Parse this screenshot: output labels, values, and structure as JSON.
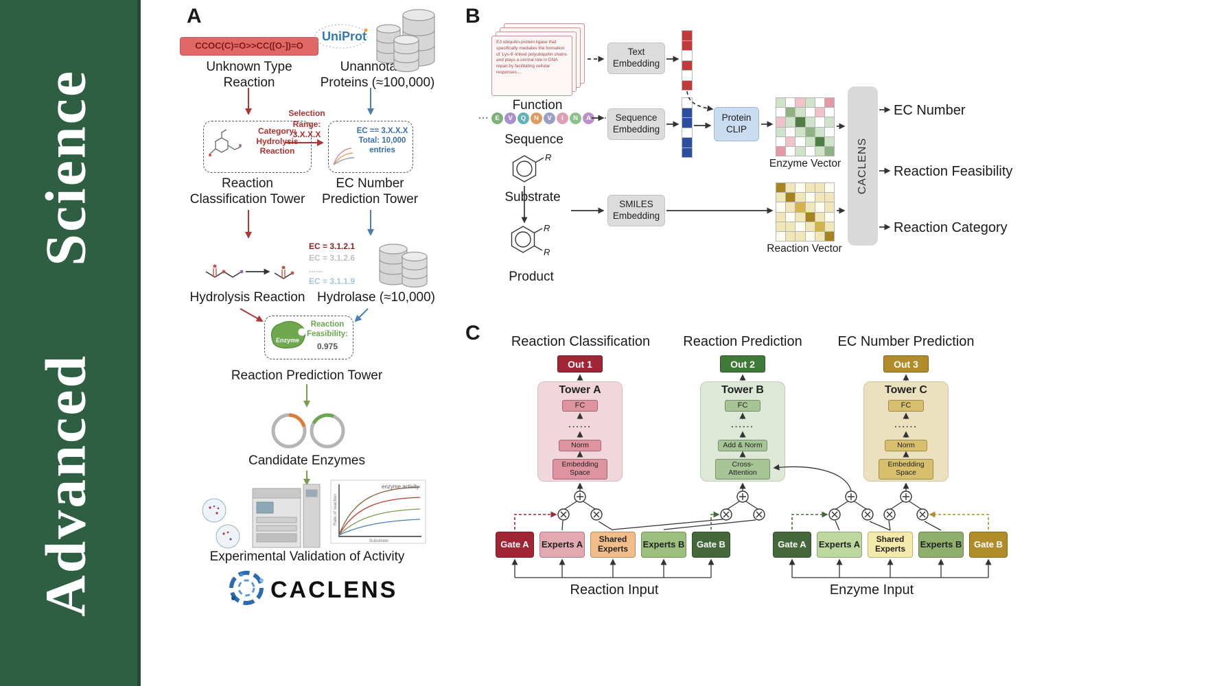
{
  "colors": {
    "banner_green": "#2e5f43",
    "accent_red": "#b03535",
    "accent_blue": "#4a7fb5",
    "accent_green": "#7a9a4f",
    "out1_red": "#a02535",
    "out2_green": "#3f7a38",
    "out3_gold": "#b08d28"
  },
  "banner": {
    "journal_name": "Advanced  Science"
  },
  "panel_a": {
    "label": "A",
    "smiles": "CCOC(C)=O>>CC([O-])=O",
    "unknown_type_reaction": "Unknown Type\nReaction",
    "uniprot": "UniProt",
    "unannotated_proteins": "Unannotated\nProteins (≈100,000)",
    "selection_range": "Selection\nRange:\n3.X.X.X",
    "category_box": "Category:\nHydrolysis\nReaction",
    "ec_range_box": "EC == 3.X.X.X\nTotal: 10,000\nentries",
    "reaction_classification_tower": "Reaction\nClassification Tower",
    "ec_number_prediction_tower": "EC Number\nPrediction Tower",
    "ec_list": [
      "EC = 3.1.2.1",
      "EC = 3.1.2.6",
      "......",
      "EC = 3.1.1.9"
    ],
    "hydrolysis_reaction": "Hydrolysis Reaction",
    "hydrolase": "Hydrolase (≈10,000)",
    "enzyme_badge": "Enzyme",
    "feasibility_label": "Reaction\nFeasibility:",
    "feasibility_value": "0.975",
    "reaction_prediction_tower": "Reaction Prediction Tower",
    "candidate_enzymes": "Candidate Enzymes",
    "activity_plot": {
      "title": "enzyme activity",
      "ylabel": "Rate of reaction",
      "xlabel": "Substrate"
    },
    "experimental_validation": "Experimental Validation of Activity",
    "caclens_wordmark": "CACLENS"
  },
  "panel_b": {
    "label": "B",
    "function_card_text": "E3 ubiquitin-protein ligase that specifically mediates the formation of 'Lys-6'-linked polyubiquitin chains and plays a central role in DNA repair by facilitating cellular responses....",
    "function_label": "Function",
    "text_embedding": "Text\nEmbedding",
    "sequence_ellipsis_left": "···",
    "sequence_ellipsis_right": "···",
    "sequence_tokens": [
      {
        "letter": "E",
        "color": "#7cb179"
      },
      {
        "letter": "V",
        "color": "#a98fcb"
      },
      {
        "letter": "Q",
        "color": "#5fb3b3"
      },
      {
        "letter": "N",
        "color": "#e09a5f"
      },
      {
        "letter": "V",
        "color": "#9a9ec4"
      },
      {
        "letter": "I",
        "color": "#de9fb4"
      },
      {
        "letter": "N",
        "color": "#8fbf8a"
      },
      {
        "letter": "A",
        "color": "#bd8fc9"
      }
    ],
    "sequence_label": "Sequence",
    "sequence_embedding": "Sequence\nEmbedding",
    "protein_clip": "Protein\nCLIP",
    "substrate_label": "Substrate",
    "substituent": "R",
    "product_label": "Product",
    "smiles_embedding": "SMILES\nEmbedding",
    "enzyme_vector_label": "Enzyme Vector",
    "reaction_vector_label": "Reaction Vector",
    "caclens_pill": "CACLENS",
    "outputs": [
      "EC Number",
      "Reaction Feasibility",
      "Reaction Category"
    ],
    "text_vector_cells": [
      [
        "#c23b3b"
      ],
      [
        "#c23b3b"
      ],
      [
        "#ffffff"
      ],
      [
        "#c23b3b"
      ],
      [
        "#ffffff"
      ],
      [
        "#c23b3b"
      ]
    ],
    "sequence_vector_cells": [
      [
        "#ffffff"
      ],
      [
        "#2c4e9e"
      ],
      [
        "#2c4e9e"
      ],
      [
        "#ffffff"
      ],
      [
        "#2c4e9e"
      ],
      [
        "#2c4e9e"
      ]
    ],
    "enzyme_vector_cells": [
      [
        "#cfe3c8",
        "#ffffff",
        "#f0c3cb",
        "#cfe3c8",
        "#ffffff",
        "#e39aa6"
      ],
      [
        "#ffffff",
        "#8fb383",
        "#cfe3c8",
        "#ffffff",
        "#f0c3cb",
        "#ffffff"
      ],
      [
        "#f0c3cb",
        "#cfe3c8",
        "#4f7d45",
        "#cfe3c8",
        "#ffffff",
        "#cfe3c8"
      ],
      [
        "#cfe3c8",
        "#ffffff",
        "#cfe3c8",
        "#8fb383",
        "#cfe3c8",
        "#ffffff"
      ],
      [
        "#ffffff",
        "#f0c3cb",
        "#ffffff",
        "#cfe3c8",
        "#4f7d45",
        "#cfe3c8"
      ],
      [
        "#e39aa6",
        "#ffffff",
        "#cfe3c8",
        "#ffffff",
        "#cfe3c8",
        "#8fb383"
      ]
    ],
    "reaction_vector_cells": [
      [
        "#a8841f",
        "#f0e6b8",
        "#fffdf0",
        "#f0e6b8",
        "#f0e6b8",
        "#fffdf0"
      ],
      [
        "#f0e6b8",
        "#a8841f",
        "#f0e6b8",
        "#fffdf0",
        "#f0e6b8",
        "#f0e6b8"
      ],
      [
        "#fffdf0",
        "#f0e6b8",
        "#d4b44a",
        "#f0e6b8",
        "#fffdf0",
        "#f0e6b8"
      ],
      [
        "#f0e6b8",
        "#fffdf0",
        "#f0e6b8",
        "#a8841f",
        "#f0e6b8",
        "#fffdf0"
      ],
      [
        "#f0e6b8",
        "#f0e6b8",
        "#fffdf0",
        "#f0e6b8",
        "#d4b44a",
        "#f0e6b8"
      ],
      [
        "#fffdf0",
        "#f0e6b8",
        "#f0e6b8",
        "#fffdf0",
        "#f0e6b8",
        "#a8841f"
      ]
    ]
  },
  "panel_c": {
    "label": "C",
    "towers": [
      {
        "title": "Reaction Classification",
        "out": "Out 1",
        "name": "Tower A",
        "fc": "FC",
        "dots": "......",
        "norm": "Norm",
        "base": "Embedding\nSpace"
      },
      {
        "title": "Reaction Prediction",
        "out": "Out 2",
        "name": "Tower B",
        "fc": "FC",
        "dots": "......",
        "norm": "Add & Norm",
        "base": "Cross-\nAttention"
      },
      {
        "title": "EC Number Prediction",
        "out": "Out 3",
        "name": "Tower C",
        "fc": "FC",
        "dots": "......",
        "norm": "Norm",
        "base": "Embedding\nSpace"
      }
    ],
    "reaction_moe": {
      "gate_a": "Gate A",
      "experts_a": "Experts A",
      "shared": "Shared\nExperts",
      "experts_b": "Experts B",
      "gate_b": "Gate B",
      "input_label": "Reaction Input"
    },
    "enzyme_moe": {
      "gate_a": "Gate A",
      "experts_a": "Experts A",
      "shared": "Shared\nExperts",
      "experts_b": "Experts B",
      "gate_b": "Gate B",
      "input_label": "Enzyme Input"
    }
  }
}
